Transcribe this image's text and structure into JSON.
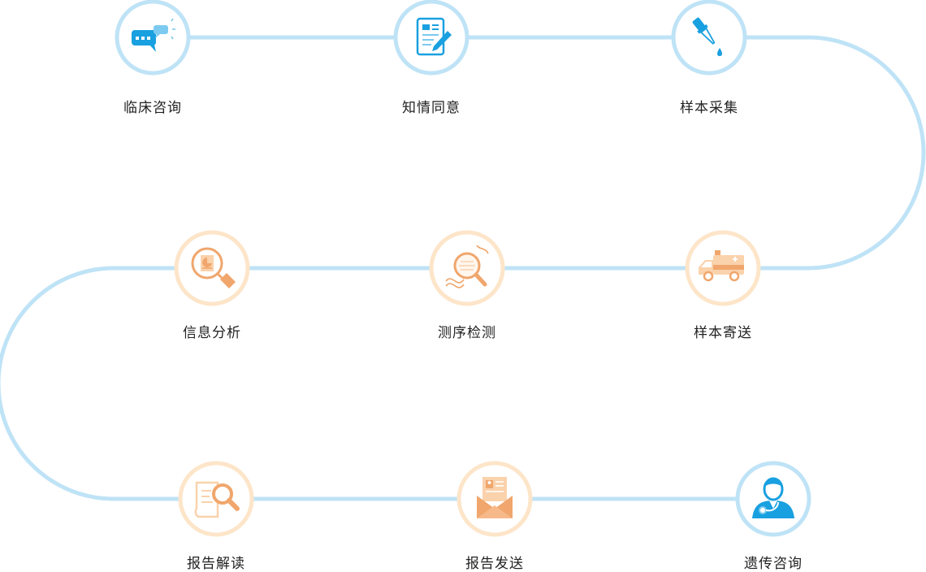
{
  "colors": {
    "track": "#bfe3f6",
    "blue_ring": "#bfe3f6",
    "blue_icon": "#19a0e0",
    "blue_icon_light": "#7ccaf0",
    "orange_ring": "#fde5c9",
    "orange_icon": "#f0a66c",
    "orange_icon_light": "#fad2ac"
  },
  "steps": [
    {
      "label": "临床咨询",
      "icon": "chat-bubble-icon",
      "theme": "blue"
    },
    {
      "label": "知情同意",
      "icon": "consent-form-pen-icon",
      "theme": "blue"
    },
    {
      "label": "样本采集",
      "icon": "dropper-icon",
      "theme": "blue"
    },
    {
      "label": "样本寄送",
      "icon": "ambulance-icon",
      "theme": "orange"
    },
    {
      "label": "测序检测",
      "icon": "dna-magnifier-icon",
      "theme": "orange"
    },
    {
      "label": "信息分析",
      "icon": "document-analysis-icon",
      "theme": "orange"
    },
    {
      "label": "报告解读",
      "icon": "report-magnifier-icon",
      "theme": "orange"
    },
    {
      "label": "报告发送",
      "icon": "envelope-report-icon",
      "theme": "orange"
    },
    {
      "label": "遗传咨询",
      "icon": "doctor-icon",
      "theme": "blue"
    }
  ]
}
